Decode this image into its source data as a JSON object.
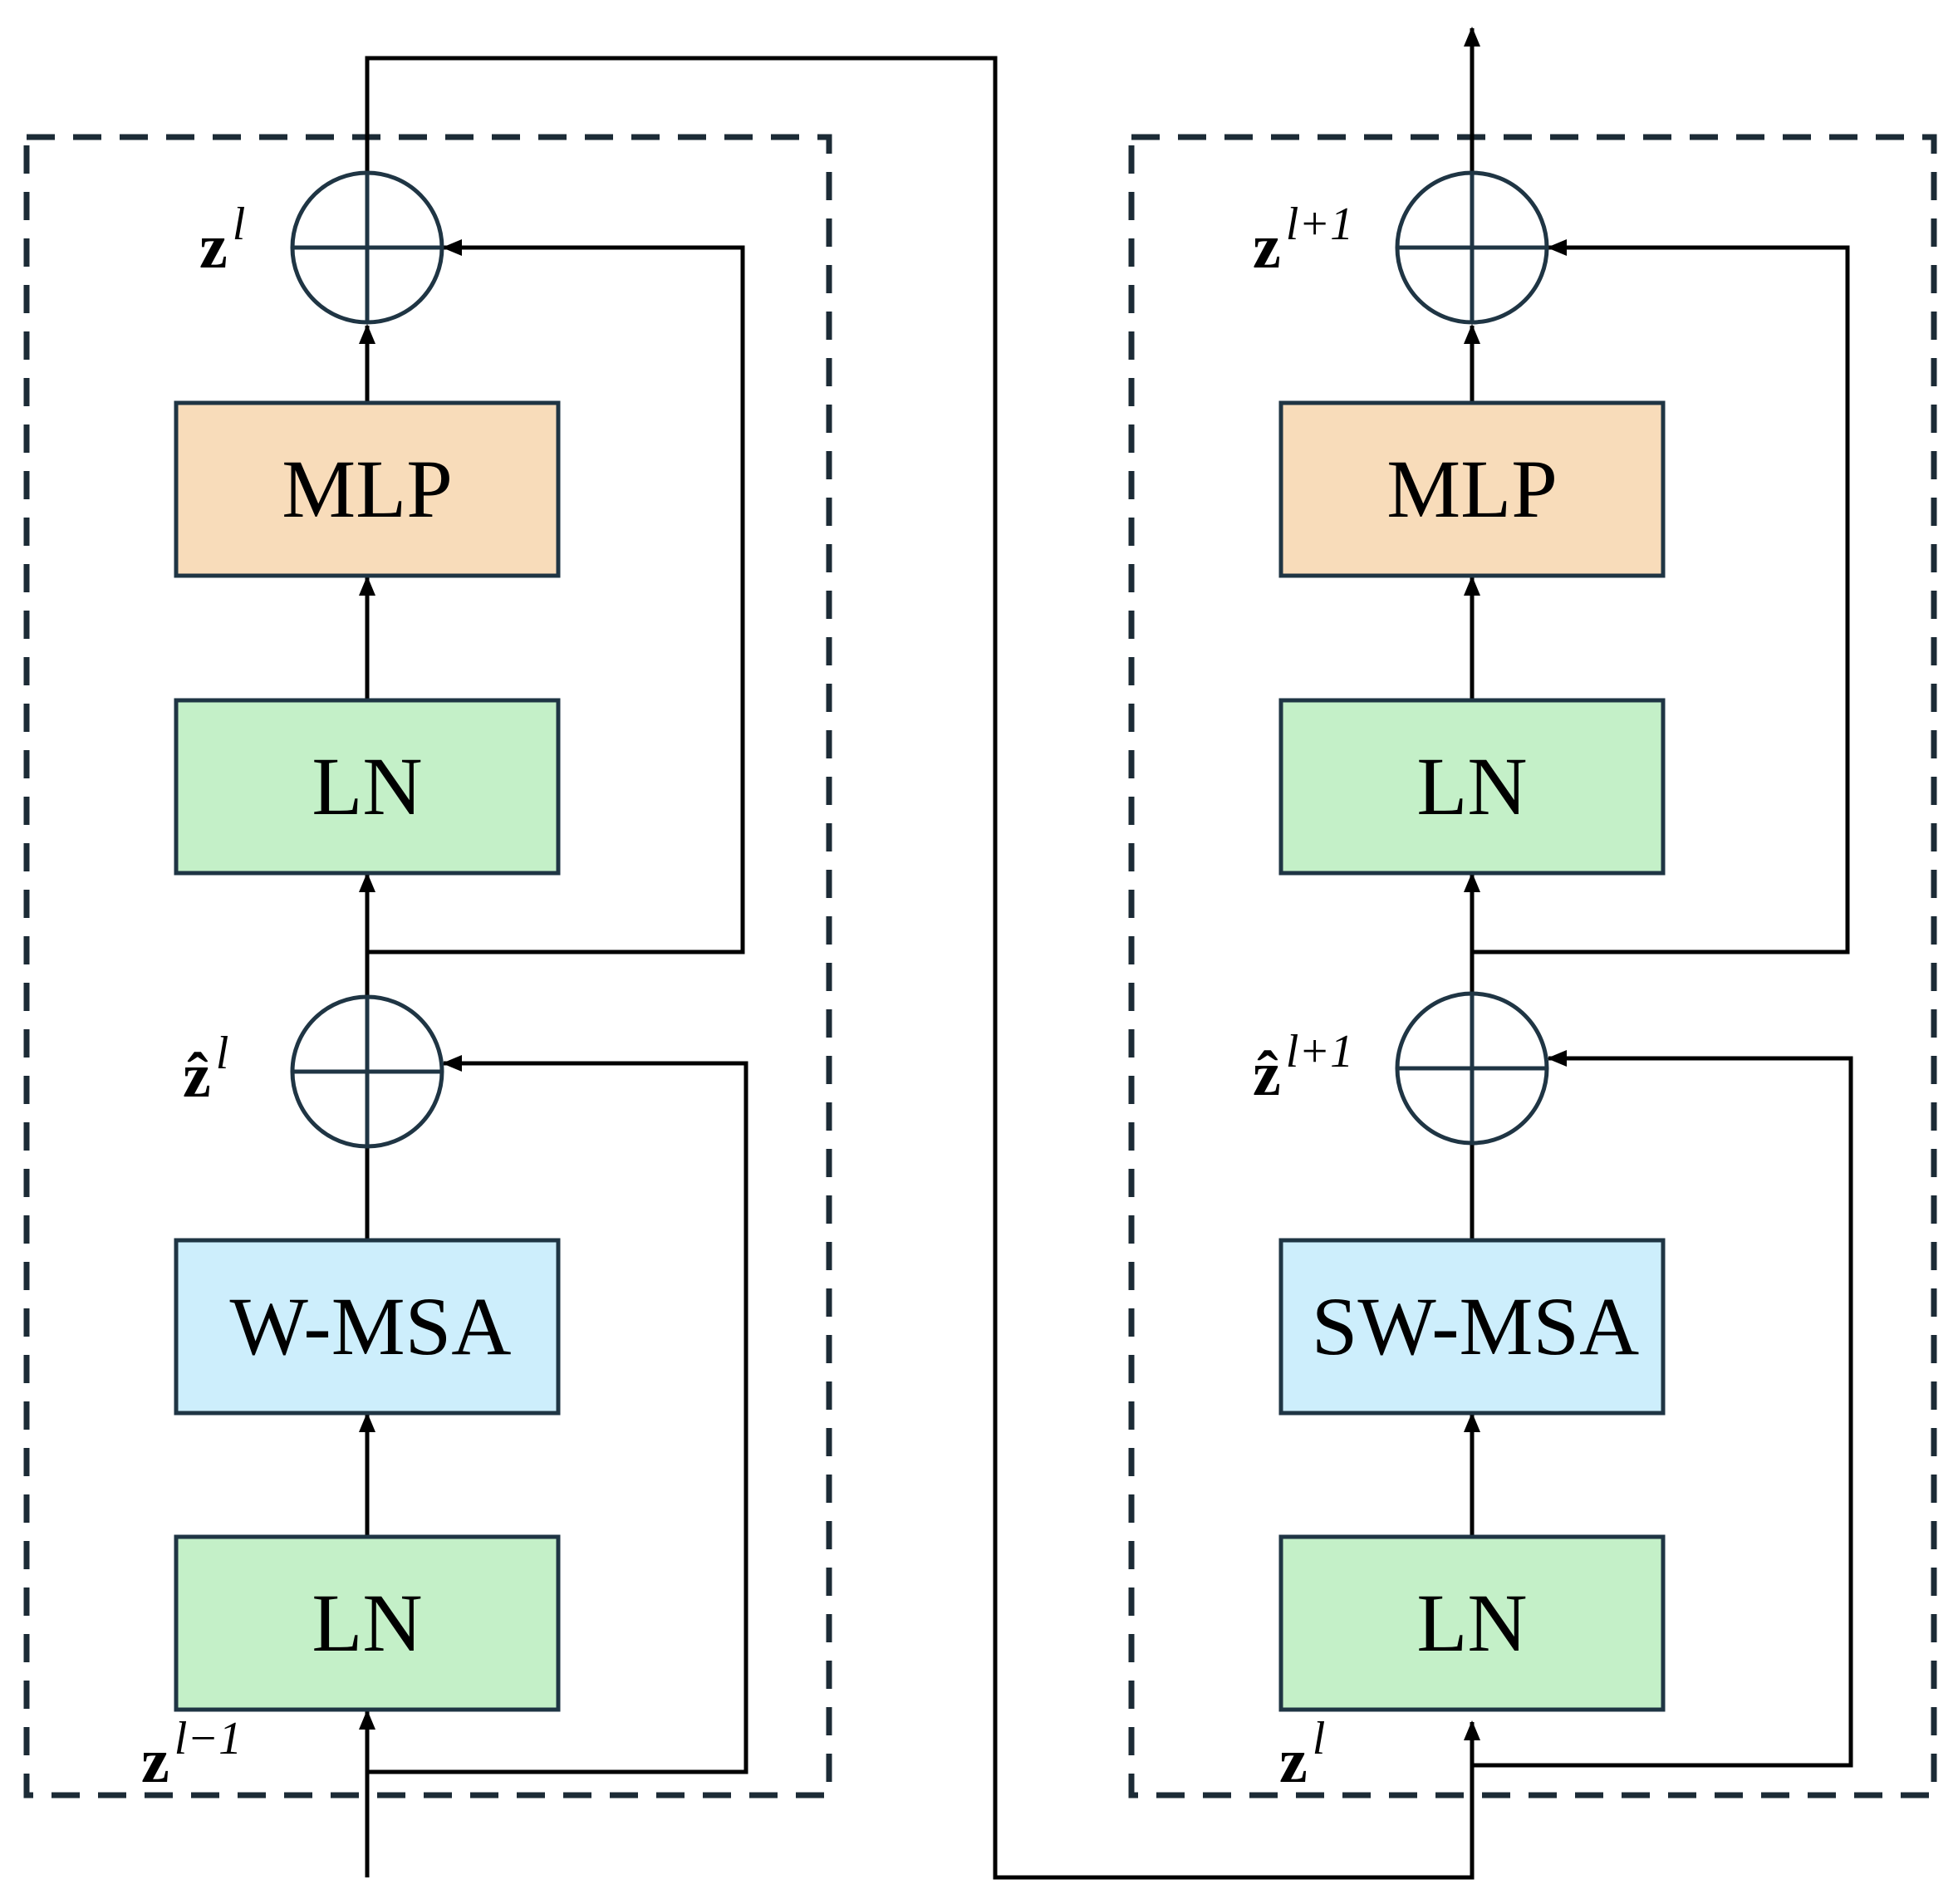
{
  "colors": {
    "frame": "#1c2b36",
    "mlp_fill": "#f8dcba",
    "ln_fill": "#c4f0c8",
    "msa_fill": "#cdeefc",
    "line": "#000000",
    "box_stroke": "#1f3544"
  },
  "blocks": {
    "left": {
      "mlp_label": "MLP",
      "ln_top_label": "LN",
      "msa_label": "W-MSA",
      "ln_bottom_label": "LN",
      "z_out": {
        "base": "z",
        "sup": "l"
      },
      "z_hat": {
        "base": "ẑ",
        "sup": "l"
      },
      "z_in": {
        "base": "z",
        "sup": "l−1"
      }
    },
    "right": {
      "mlp_label": "MLP",
      "ln_top_label": "LN",
      "msa_label": "SW-MSA",
      "ln_bottom_label": "LN",
      "z_out": {
        "base": "z",
        "sup": "l+1"
      },
      "z_hat": {
        "base": "ẑ",
        "sup": "l+1"
      },
      "z_in": {
        "base": "z",
        "sup": "l"
      }
    }
  }
}
